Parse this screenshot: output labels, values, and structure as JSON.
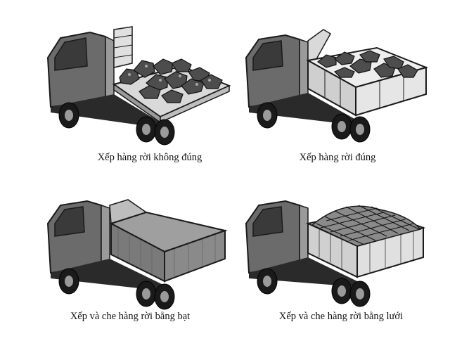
{
  "captions": {
    "top_left": "Xếp hàng rời không đúng",
    "top_right": "Xếp hàng rời đúng",
    "bottom_left": "Xếp và che hàng rời bằng bạt",
    "bottom_right": "Xếp và che hàng rời bằng lưới"
  },
  "colors": {
    "ink": "#1a1a1a",
    "cab_shade": "#6b6b6b",
    "body_light": "#d9d9d9",
    "rock": "#4d4d4d",
    "tarp": "#8a8a8a"
  },
  "icons": {
    "truck": "flatbed-truck",
    "tarp": "tarp-cover",
    "net": "cargo-net"
  }
}
